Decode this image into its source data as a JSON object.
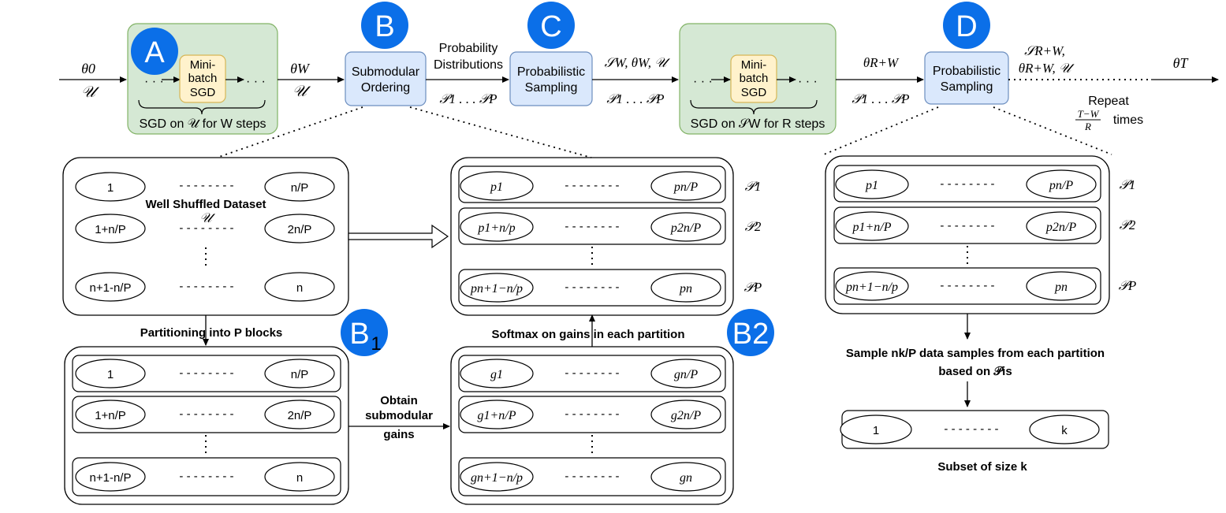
{
  "stage_badges": {
    "a": "A",
    "b": "B",
    "c": "C",
    "d": "D",
    "b1": "B",
    "b1_sub": "1",
    "b2": "B2"
  },
  "pipeline": {
    "theta_0": "θ0",
    "input_u": "𝒰",
    "sgd_box_a": "Mini-batch SGD",
    "sgd_caption_a": "SGD on 𝒰 for W steps",
    "theta_w": "θW",
    "output_u": "𝒰",
    "submodular_ordering": "Submodular Ordering",
    "probability_distributions": "Probability Distributions",
    "p_dists_1": "𝒫1 . . . 𝒫P",
    "probabilistic_sampling_c": "Probabilistic Sampling",
    "sw_theta_u": "𝒮W, θW, 𝒰",
    "p_dists_2": "𝒫1 . . . 𝒫P",
    "sgd_box_b": "Mini-batch SGD",
    "sgd_caption_b": "SGD on 𝒮W for R steps",
    "theta_r_w": "θR+W",
    "p_dists_3": "𝒫1 . . . 𝒫P",
    "probabilistic_sampling_d": "Probabilistic Sampling",
    "s_rw": "𝒮R+W,",
    "theta_rw_u": "θR+W, 𝒰",
    "theta_t": "θT",
    "repeat": "Repeat",
    "repeat_fraction_num": "T−W",
    "repeat_fraction_den": "R",
    "times": "times"
  },
  "dataset_panel": {
    "title": "Well Shuffled Dataset",
    "title_symbol": "𝒰",
    "rows": [
      {
        "left": "1",
        "right": "n/P"
      },
      {
        "left": "1+n/P",
        "right": "2n/P"
      },
      {
        "left": "n+1-n/P",
        "right": "n"
      }
    ]
  },
  "partition_panel": {
    "caption": "Partitioning into P blocks",
    "rows": [
      {
        "left": "1",
        "right": "n/P"
      },
      {
        "left": "1+n/P",
        "right": "2n/P"
      },
      {
        "left": "n+1-n/P",
        "right": "n"
      }
    ]
  },
  "gains_label": "Obtain submodular gains",
  "gains_panel": {
    "rows": [
      {
        "left": "g1",
        "right": "gn/P"
      },
      {
        "left": "g1+n/P",
        "right": "g2n/P"
      },
      {
        "left": "gn+1−n/p",
        "right": "gn"
      }
    ]
  },
  "softmax_caption": "Softmax on gains in each partition",
  "prob_panel": {
    "rows": [
      {
        "left": "p1",
        "right": "pn/P",
        "label": "𝒫1"
      },
      {
        "left": "p1+n/p",
        "right": "p2n/P",
        "label": "𝒫2"
      },
      {
        "left": "pn+1−n/p",
        "right": "pn",
        "label": "𝒫P"
      }
    ]
  },
  "prob_panel_right": {
    "rows": [
      {
        "left": "p1",
        "right": "pn/P",
        "label": "𝒫1"
      },
      {
        "left": "p1+n/P",
        "right": "p2n/P",
        "label": "𝒫2"
      },
      {
        "left": "pn+1−n/p",
        "right": "pn",
        "label": "𝒫P"
      }
    ]
  },
  "sample_caption_1": "Sample nk/P data samples from each partition",
  "sample_caption_2": "based on 𝒫is",
  "subset_row": {
    "left": "1",
    "right": "k"
  },
  "subset_caption": "Subset of size k",
  "colors": {
    "green_fill": "#d5e8d4",
    "green_stroke": "#82b366",
    "blue_fill": "#dae8fc",
    "blue_stroke": "#6c8ebf",
    "yellow_fill": "#fff2cc",
    "yellow_stroke": "#d6b656",
    "badge": "#0b6fe8"
  }
}
